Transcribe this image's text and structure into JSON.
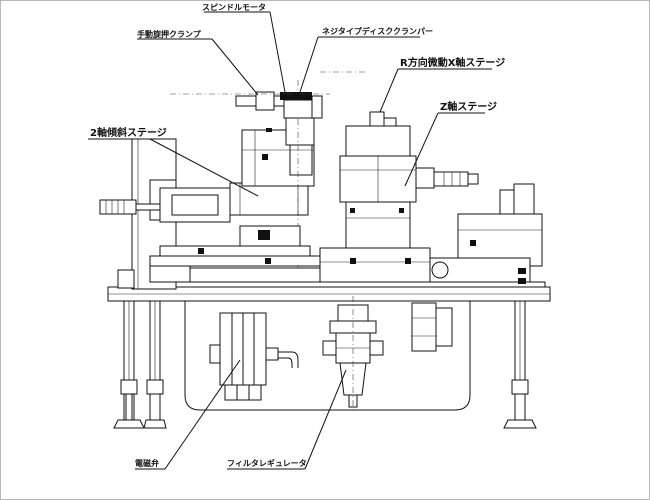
{
  "labels": {
    "spindle_motor": "スピンドルモータ",
    "manual_clamp": "手動旋押クランプ",
    "screw_disk_clamper": "ネジタイプディスククランパー",
    "r_direction_x_stage": "R方向微動X軸ステージ",
    "two_axis_tilt_stage": "2軸傾斜ステージ",
    "z_axis_stage": "Z軸ステージ",
    "solenoid_valve": "電磁弁",
    "filter_regulator": "フィルタレギュレータ"
  }
}
